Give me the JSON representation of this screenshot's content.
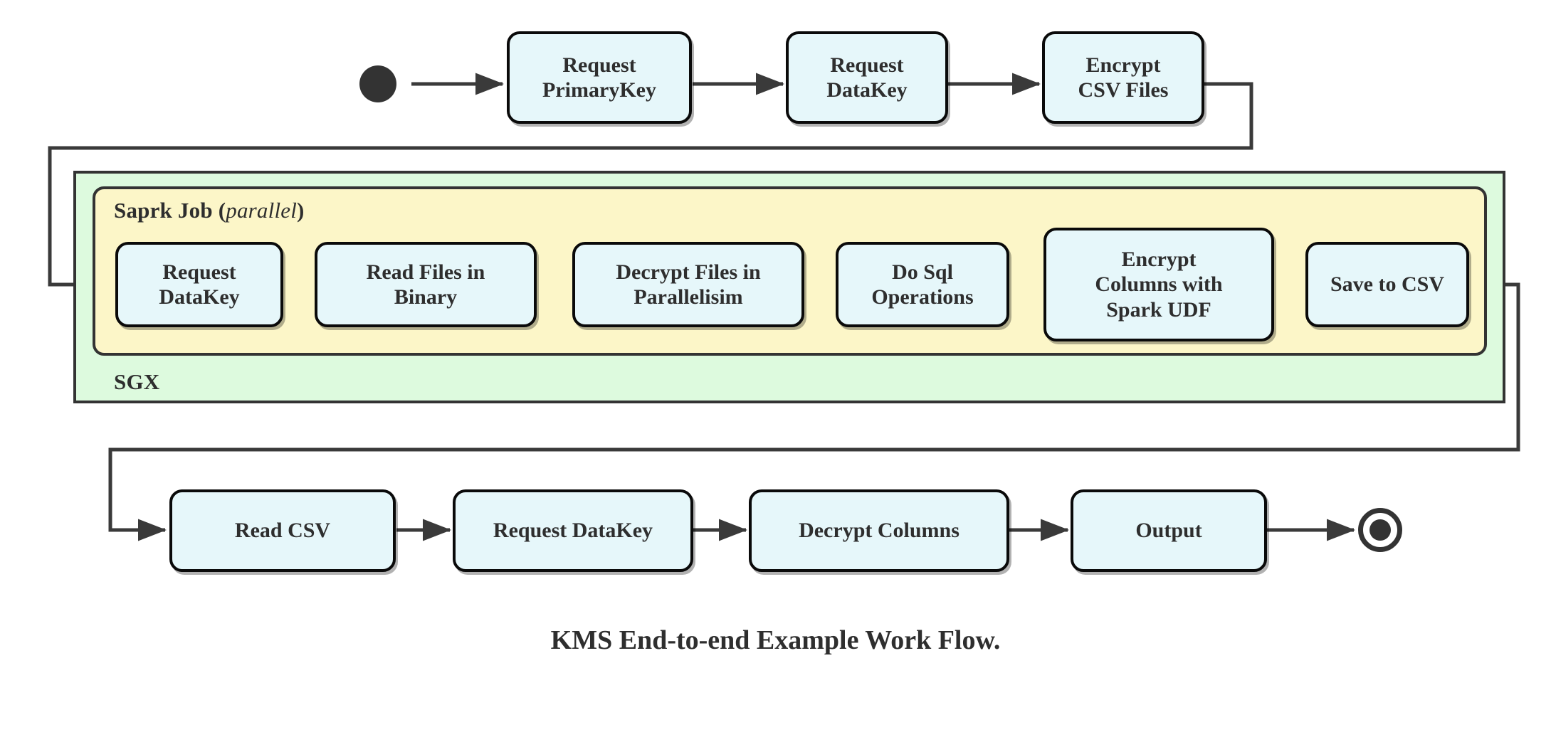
{
  "diagram": {
    "caption": "KMS End-to-end Example Work Flow.",
    "colors": {
      "node_fill": "#e6f7fa",
      "node_stroke": "#0a0a0a",
      "sgx_fill": "#ddfade",
      "spark_fill": "#fcf6c8",
      "container_stroke": "#333333",
      "edge": "#3a3a3a",
      "text": "#2e2e2e",
      "background": "#ffffff"
    },
    "groups": {
      "sgx": {
        "label": "SGX"
      },
      "spark": {
        "label_bold": "Saprk Job",
        "label_italic": "parallel",
        "paren_open": "(",
        "paren_close": ")"
      }
    },
    "markers": {
      "start": "start-node",
      "end": "end-node"
    },
    "rows": {
      "top": {
        "name": "top-row",
        "nodes": [
          {
            "id": "request-primarykey",
            "lines": [
              "Request",
              "PrimaryKey"
            ]
          },
          {
            "id": "request-datakey-top",
            "lines": [
              "Request",
              "DataKey"
            ]
          },
          {
            "id": "encrypt-csv-files",
            "lines": [
              "Encrypt",
              "CSV Files"
            ]
          }
        ]
      },
      "middle": {
        "name": "spark-job-row",
        "nodes": [
          {
            "id": "request-datakey-spark",
            "lines": [
              "Request",
              "DataKey"
            ]
          },
          {
            "id": "read-files-in-binary",
            "lines": [
              "Read Files in",
              "Binary"
            ]
          },
          {
            "id": "decrypt-files-in-parallelisim",
            "lines": [
              "Decrypt Files in",
              "Parallelisim"
            ]
          },
          {
            "id": "do-sql-operations",
            "lines": [
              "Do Sql",
              "Operations"
            ]
          },
          {
            "id": "encrypt-columns-with-spark-udf",
            "lines": [
              "Encrypt",
              "Columns with",
              "Spark UDF"
            ]
          },
          {
            "id": "save-to-csv",
            "lines": [
              "Save to CSV"
            ]
          }
        ]
      },
      "bottom": {
        "name": "output-row",
        "nodes": [
          {
            "id": "read-csv",
            "lines": [
              "Read CSV"
            ]
          },
          {
            "id": "request-datakey-bottom",
            "lines": [
              "Request DataKey"
            ]
          },
          {
            "id": "decrypt-columns",
            "lines": [
              "Decrypt Columns"
            ]
          },
          {
            "id": "output",
            "lines": [
              "Output"
            ]
          }
        ]
      }
    },
    "flow_sequence": [
      "start",
      "Request PrimaryKey",
      "Request DataKey",
      "Encrypt CSV Files",
      "Request DataKey",
      "Read Files in Binary",
      "Decrypt Files in Parallelisim",
      "Do Sql Operations",
      "Encrypt Columns with Spark UDF",
      "Save to CSV",
      "Read CSV",
      "Request DataKey",
      "Decrypt Columns",
      "Output",
      "end"
    ]
  }
}
